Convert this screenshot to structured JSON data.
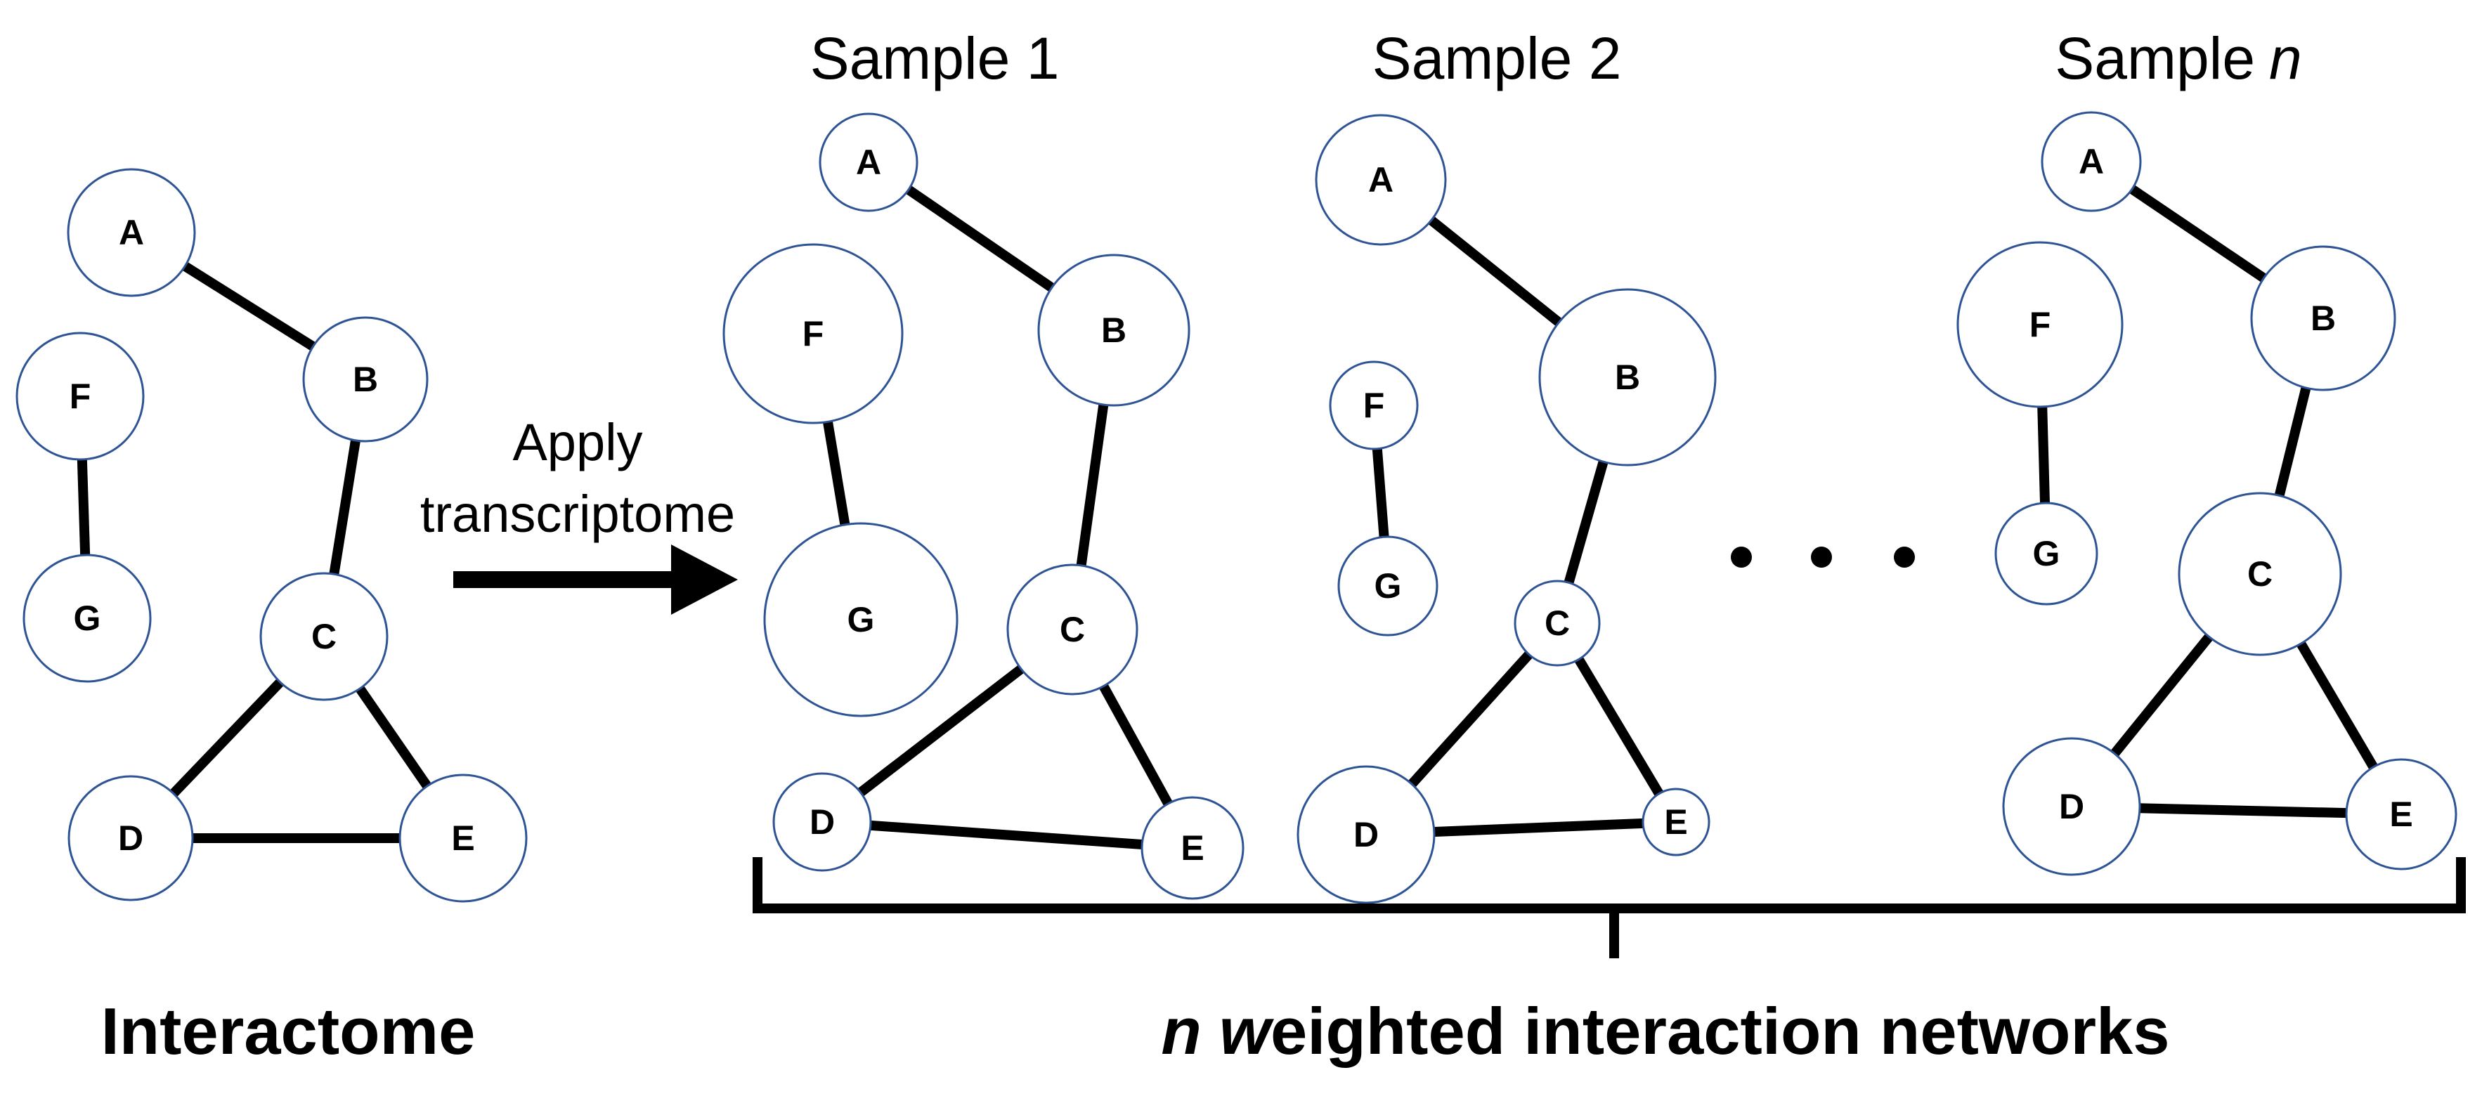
{
  "colors": {
    "node_stroke": "#2F5496",
    "edge": "#000000",
    "background": "#ffffff"
  },
  "arrow": {
    "line1": "Apply",
    "line2": "transcriptome"
  },
  "captions": {
    "left": "Interactome",
    "right_n": "n",
    "right_w": "w",
    "right_rest": "eighted interaction networks"
  },
  "samples": {
    "s1": "Sample 1",
    "s2": "Sample 2",
    "sn_prefix": "Sample",
    "sn_italic": "n"
  },
  "ellipsis": "• • •",
  "networks": [
    {
      "id": "interactome",
      "nodes": [
        {
          "id": "A",
          "label": "A"
        },
        {
          "id": "B",
          "label": "B"
        },
        {
          "id": "C",
          "label": "C"
        },
        {
          "id": "D",
          "label": "D"
        },
        {
          "id": "E",
          "label": "E"
        },
        {
          "id": "F",
          "label": "F"
        },
        {
          "id": "G",
          "label": "G"
        }
      ],
      "edges": [
        [
          "A",
          "B"
        ],
        [
          "B",
          "C"
        ],
        [
          "C",
          "D"
        ],
        [
          "C",
          "E"
        ],
        [
          "D",
          "E"
        ],
        [
          "F",
          "G"
        ]
      ]
    },
    {
      "id": "sample-1",
      "nodes": [
        {
          "id": "A",
          "label": "A"
        },
        {
          "id": "B",
          "label": "B"
        },
        {
          "id": "C",
          "label": "C"
        },
        {
          "id": "D",
          "label": "D"
        },
        {
          "id": "E",
          "label": "E"
        },
        {
          "id": "F",
          "label": "F"
        },
        {
          "id": "G",
          "label": "G"
        }
      ],
      "edges": [
        [
          "A",
          "B"
        ],
        [
          "B",
          "C"
        ],
        [
          "C",
          "D"
        ],
        [
          "C",
          "E"
        ],
        [
          "D",
          "E"
        ],
        [
          "F",
          "G"
        ]
      ]
    },
    {
      "id": "sample-2",
      "nodes": [
        {
          "id": "A",
          "label": "A"
        },
        {
          "id": "B",
          "label": "B"
        },
        {
          "id": "C",
          "label": "C"
        },
        {
          "id": "D",
          "label": "D"
        },
        {
          "id": "E",
          "label": "E"
        },
        {
          "id": "F",
          "label": "F"
        },
        {
          "id": "G",
          "label": "G"
        }
      ],
      "edges": [
        [
          "A",
          "B"
        ],
        [
          "B",
          "C"
        ],
        [
          "C",
          "D"
        ],
        [
          "C",
          "E"
        ],
        [
          "D",
          "E"
        ],
        [
          "F",
          "G"
        ]
      ]
    },
    {
      "id": "sample-n",
      "nodes": [
        {
          "id": "A",
          "label": "A"
        },
        {
          "id": "B",
          "label": "B"
        },
        {
          "id": "C",
          "label": "C"
        },
        {
          "id": "D",
          "label": "D"
        },
        {
          "id": "E",
          "label": "E"
        },
        {
          "id": "F",
          "label": "F"
        },
        {
          "id": "G",
          "label": "G"
        }
      ],
      "edges": [
        [
          "A",
          "B"
        ],
        [
          "B",
          "C"
        ],
        [
          "C",
          "D"
        ],
        [
          "C",
          "E"
        ],
        [
          "D",
          "E"
        ],
        [
          "F",
          "G"
        ]
      ]
    }
  ]
}
